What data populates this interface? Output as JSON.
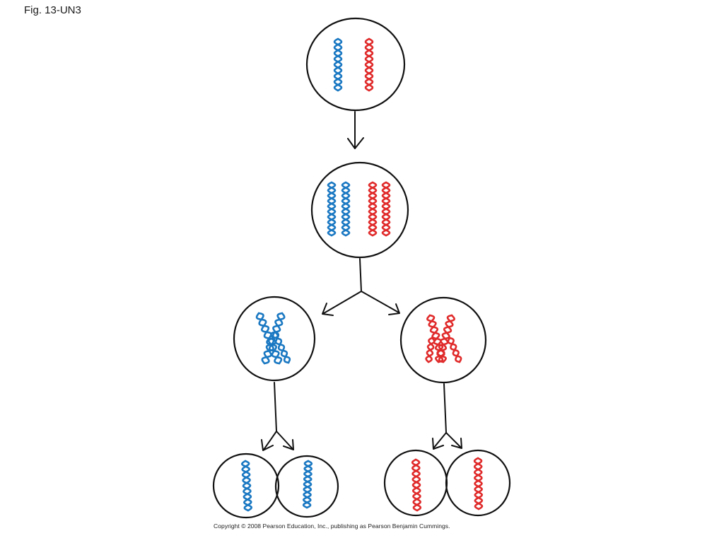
{
  "figure": {
    "label": "Fig. 13-UN3",
    "copyright": "Copyright © 2008 Pearson Education, Inc., publishing as Pearson Benjamin Cummings."
  },
  "colors": {
    "outline": "#111111",
    "chromosome_blue": "#1a78c2",
    "chromosome_red": "#e02a2a"
  },
  "cells": [
    {
      "id": "parent-cell",
      "stage": "parent",
      "chromosomes": [
        "blue",
        "red"
      ]
    },
    {
      "id": "replicated-cell",
      "stage": "after-replication",
      "chromosomes": [
        "blue-sister-pair",
        "red-sister-pair"
      ]
    },
    {
      "id": "meiosis-i-cell-left",
      "stage": "after-meiosis-I",
      "chromosomes": [
        "blue-sister-pair"
      ]
    },
    {
      "id": "meiosis-i-cell-right",
      "stage": "after-meiosis-I",
      "chromosomes": [
        "red-sister-pair"
      ]
    },
    {
      "id": "meiosis-ii-cell-1",
      "stage": "after-meiosis-II",
      "chromosomes": [
        "blue"
      ]
    },
    {
      "id": "meiosis-ii-cell-2",
      "stage": "after-meiosis-II",
      "chromosomes": [
        "blue"
      ]
    },
    {
      "id": "meiosis-ii-cell-3",
      "stage": "after-meiosis-II",
      "chromosomes": [
        "red"
      ]
    },
    {
      "id": "meiosis-ii-cell-4",
      "stage": "after-meiosis-II",
      "chromosomes": [
        "red"
      ]
    }
  ]
}
